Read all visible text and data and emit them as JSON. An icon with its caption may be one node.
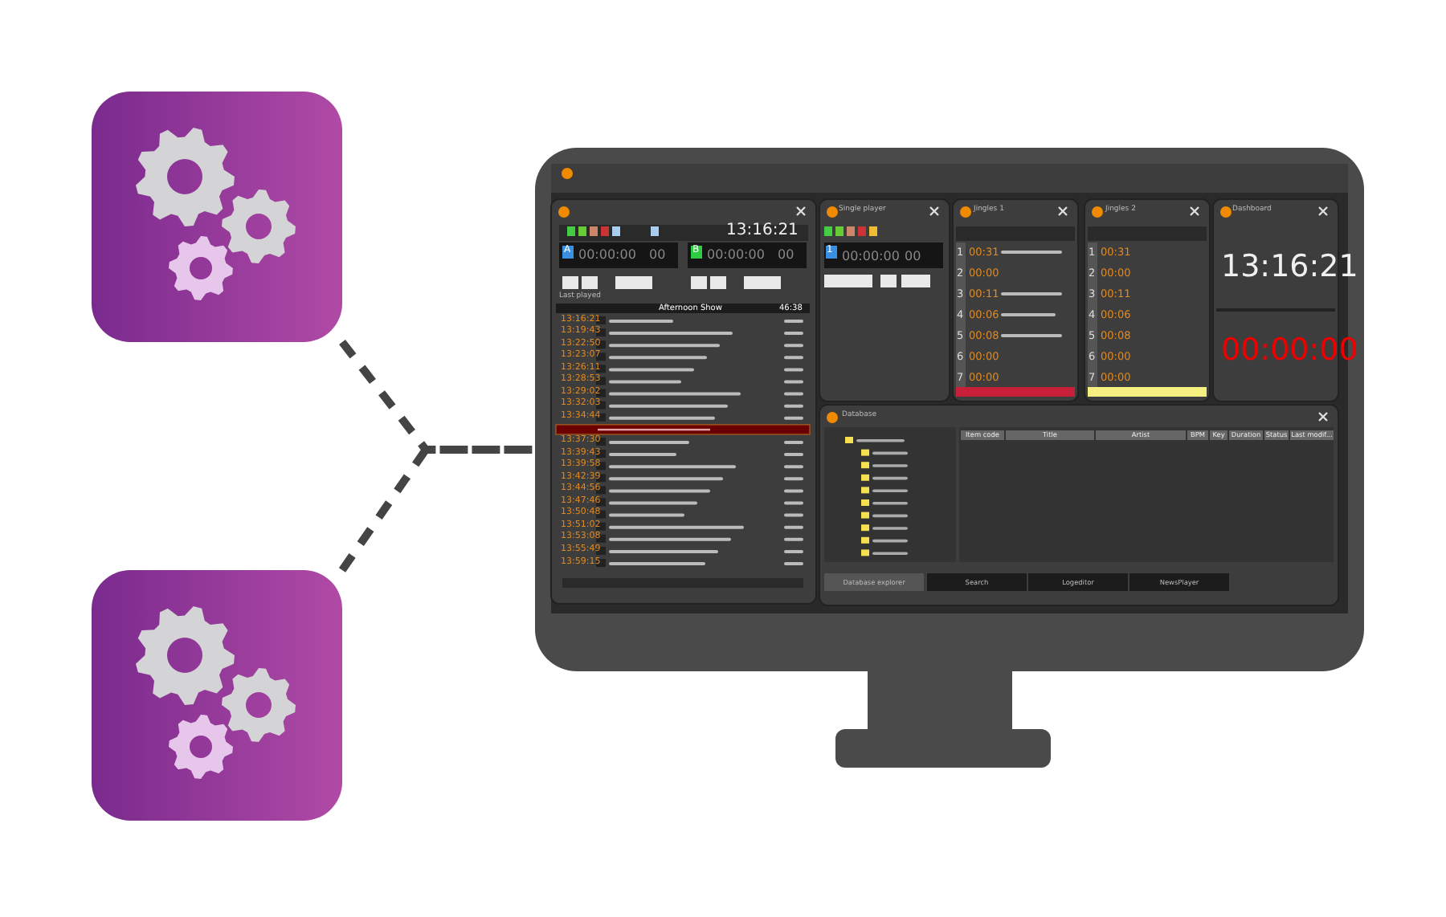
{
  "diagram": {
    "nodes": [
      {
        "text": [],
        "shape": "picture"
      },
      {
        "text": [],
        "shape": "picture"
      },
      {
        "text": [],
        "shape": "picture"
      }
    ],
    "edges": [
      {
        "from": 0,
        "to": 2,
        "arrow": "none",
        "style": "dashed"
      },
      {
        "from": 1,
        "to": 2,
        "arrow": "none",
        "style": "dashed"
      }
    ],
    "labels": [
      "13:16:21",
      "A",
      "00:00:00",
      "00",
      "B",
      "00:00:00",
      "00",
      "Last played",
      "Afternoon Show",
      "46:38",
      "13:16:21",
      "13:19:43",
      "13:22:50",
      "13:23:07",
      "13:26:11",
      "13:28:53",
      "13:29:02",
      "13:32:03",
      "13:34:44",
      "13:37:30",
      "13:39:43",
      "13:39:58",
      "13:42:39",
      "13:44:56",
      "13:47:46",
      "13:50:48",
      "13:51:02",
      "13:53:08",
      "13:55:49",
      "13:59:15",
      "Single player",
      "1",
      "00:00:00",
      "00",
      "Jingles 1",
      "1",
      "00:31",
      "2",
      "00:00",
      "3",
      "00:11",
      "4",
      "00:06",
      "5",
      "00:08",
      "6",
      "00:00",
      "7",
      "00:00",
      "Jingles 2",
      "1",
      "00:31",
      "2",
      "00:00",
      "3",
      "00:11",
      "4",
      "00:06",
      "5",
      "00:08",
      "6",
      "00:00",
      "7",
      "00:00",
      "Dashboard",
      "13:16:21",
      "00:00:00",
      "Database",
      "Item code",
      "Title",
      "Artist",
      "BPM",
      "Key",
      "Duration",
      "Status",
      "Last modif...",
      "Database explorer",
      "Search",
      "Logeditor",
      "NewsPlayer"
    ]
  }
}
